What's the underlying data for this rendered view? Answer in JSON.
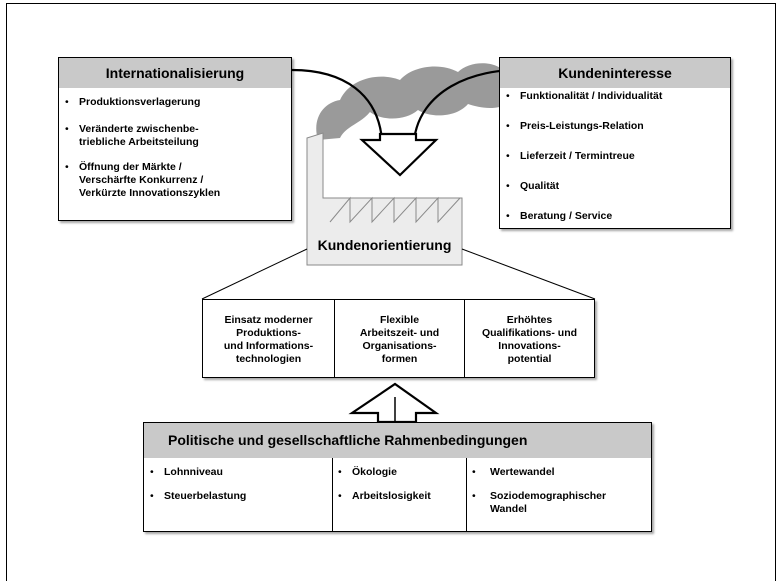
{
  "internationalisierung": {
    "title": "Internationalisierung",
    "items": [
      "Produktionsverlagerung",
      "Veränderte zwischenbe-\ntriebliche Arbeitsteilung",
      "Öffnung der Märkte /\nVerschärfte Konkurrenz /\nVerkürzte Innovationszyklen"
    ]
  },
  "kundeninteresse": {
    "title": "Kundeninteresse",
    "items": [
      "Funktionalität / Individualität",
      "Preis-Leistungs-Relation",
      "Lieferzeit / Termintreue",
      "Qualität",
      "Beratung / Service"
    ]
  },
  "center": {
    "label": "Kundenorientierung"
  },
  "middle": {
    "cells": [
      "Einsatz moderner\nProduktions-\nund Informations-\ntechnologien",
      "Flexible\nArbeitszeit- und\nOrganisations-\nformen",
      "Erhöhtes\nQualifikations- und\nInnovations-\npotential"
    ]
  },
  "rahmen": {
    "title": "Politische und gesellschaftliche Rahmenbedingungen",
    "col1": [
      "Lohnniveau",
      "Steuerbelastung"
    ],
    "col2": [
      "Ökologie",
      "Arbeitslosigkeit"
    ],
    "col3": [
      "Wertewandel",
      "Soziodemographischer\nWandel"
    ]
  },
  "colors": {
    "header_gray": "#c9c9c9",
    "factory_gray": "#ececec",
    "smoke_gray": "#9a9a9a"
  }
}
